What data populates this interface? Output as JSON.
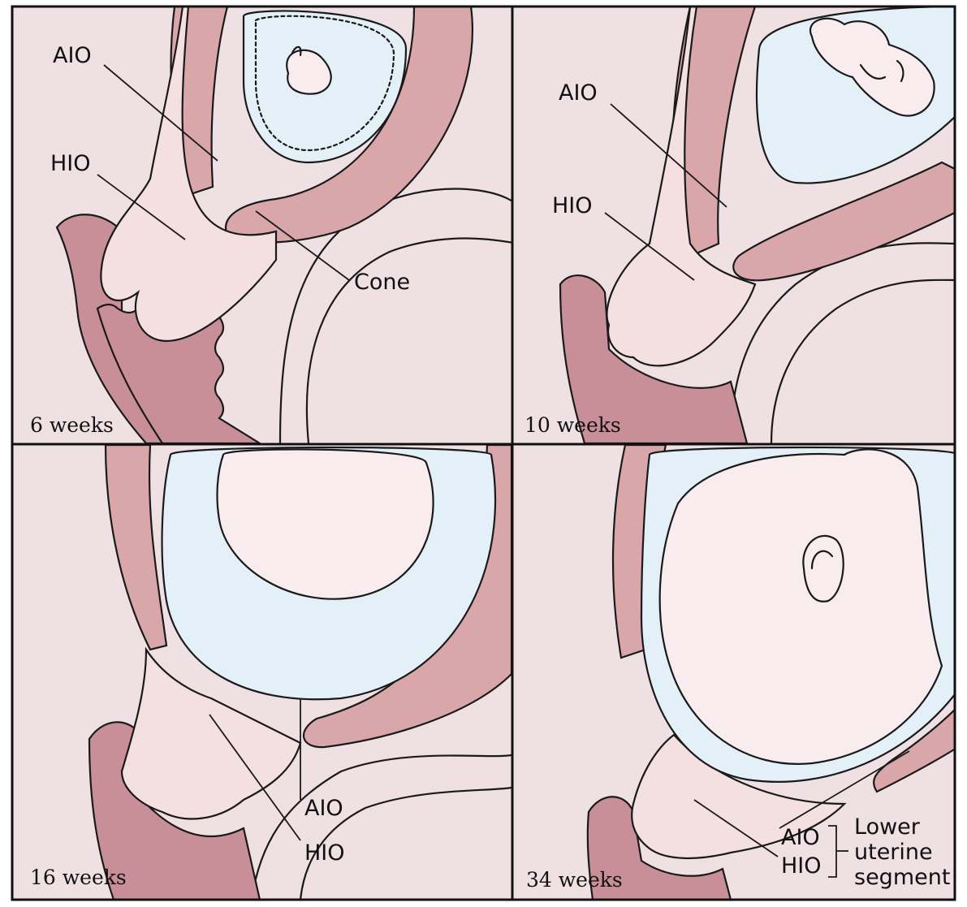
{
  "panels": [
    {
      "id": "tl",
      "stage": "6 weeks",
      "labels": [
        "AIO",
        "HIO",
        "Cone"
      ]
    },
    {
      "id": "tr",
      "stage": "10 weeks",
      "labels": [
        "AIO",
        "HIO"
      ]
    },
    {
      "id": "bl",
      "stage": "16 weeks",
      "labels": [
        "AIO",
        "HIO"
      ]
    },
    {
      "id": "br",
      "stage": "34 weeks",
      "labels": [
        "AIO",
        "HIO"
      ],
      "bracket_label": [
        "Lower",
        "uterine",
        "segment"
      ]
    }
  ],
  "colors": {
    "background": "#efe1e3",
    "muscle": "#d9a6aa",
    "cervix": "#f4dfe1",
    "vagina": "#c98f98",
    "amniotic_sac": "#e4f0f8",
    "fetus": "#f9ecee",
    "outline": "#1a1a1a"
  }
}
